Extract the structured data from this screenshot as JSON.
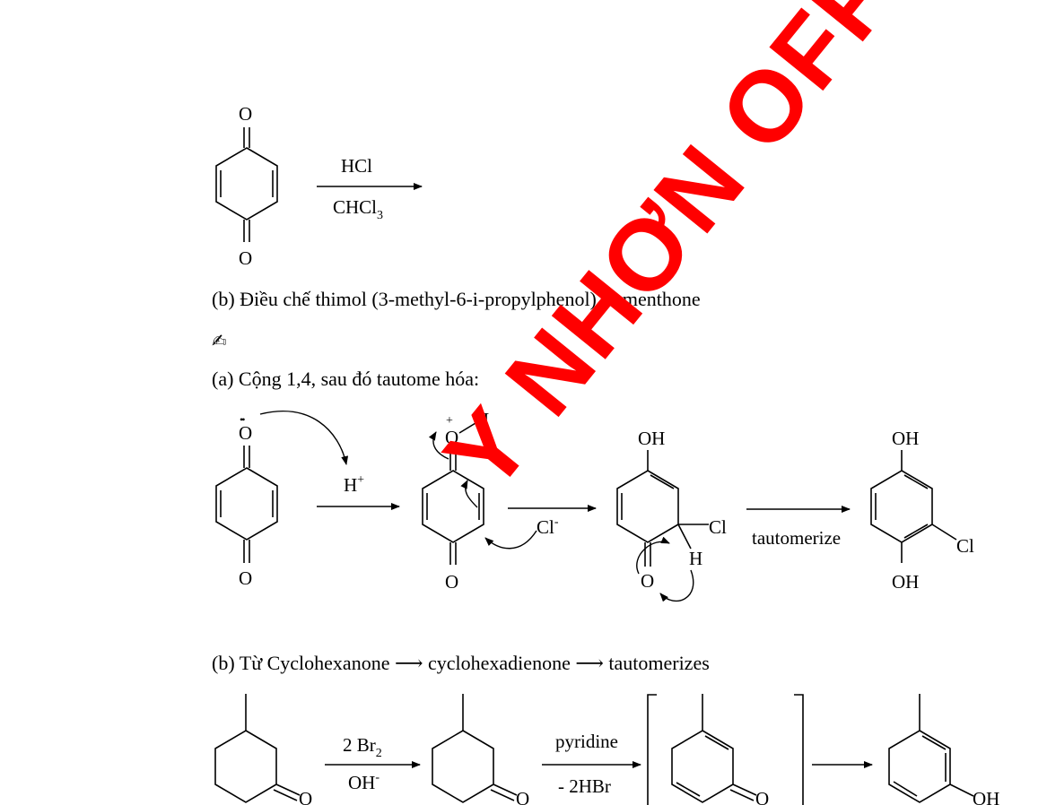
{
  "text": {
    "question_b": "(b) Điều chế thimol (3-methyl-6-i-propylphenol) từ menthone",
    "pen_symbol": "✍",
    "answer_a": "(a) Cộng 1,4, sau đó tautome hóa:",
    "answer_b_prefix": "(b) Từ Cyclohexanone",
    "answer_b_mid": "cyclohexadienone",
    "answer_b_end": "tautomerizes",
    "arrow_glyph": "⟶"
  },
  "reaction_top": {
    "o_top": "O",
    "o_bottom": "O",
    "reagent_above": "HCl",
    "reagent_below_main": "CHCl",
    "reagent_below_sub": "3"
  },
  "mechanism": {
    "o_lone_pair": "O",
    "lone_pair_dots": "••",
    "h_plus_main": "H",
    "h_plus_sup": "+",
    "o_bottom_1": "O",
    "protonated_o": "O",
    "protonated_plus": "+",
    "protonated_h": "H",
    "o_bottom_2": "O",
    "chloride_main": "Cl",
    "chloride_sup": "-",
    "oh_top_3": "OH",
    "cl_3": "Cl",
    "h_3": "H",
    "o_bottom_3": "O",
    "tautomerize_label": "tautomerize",
    "oh_top_4": "OH",
    "cl_4": "Cl",
    "oh_bottom_4": "OH"
  },
  "synthesis": {
    "o_1": "O",
    "reagent1_main": "2 Br",
    "reagent1_sub": "2",
    "reagent1_below_main": "OH",
    "reagent1_below_sup": "-",
    "o_2": "O",
    "reagent2_above": "pyridine",
    "reagent2_below": "- 2HBr",
    "o_3": "O",
    "oh_4": "OH"
  },
  "watermark": {
    "text": "Y NHƠN OFFICIAL",
    "color": "#ff0000"
  }
}
